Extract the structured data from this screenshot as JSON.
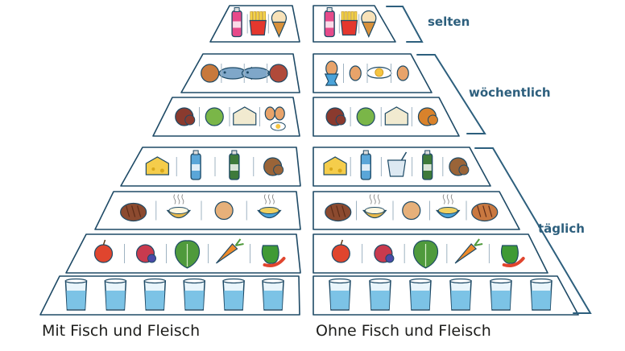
{
  "captions": {
    "left": "Mit Fisch und Fleisch",
    "right": "Ohne Fisch und Fleisch"
  },
  "frequency_labels": {
    "rarely": "selten",
    "weekly": "wöchentlich",
    "daily": "täglich"
  },
  "colors": {
    "outline": "#1e4a66",
    "accent": "#2d5f7d",
    "water": "#7cc3e6",
    "text": "#1d1d1b"
  },
  "pyramids": {
    "left": [
      {
        "tier": "sweets",
        "items": [
          "softdrink-icon",
          "fries-icon",
          "icecream-icon"
        ]
      },
      {
        "tier": "meat-fish",
        "items": [
          "chicken-leg-icon",
          "fish-icon",
          "fish-icon",
          "steak-icon"
        ]
      },
      {
        "tier": "protein",
        "items": [
          "beans-icon",
          "peas-icon",
          "tofu-icon",
          "eggs-icon"
        ]
      },
      {
        "tier": "dairy-oil",
        "items": [
          "cheese-icon",
          "milk-icon",
          "oil-bottle-icon",
          "nuts-icon"
        ]
      },
      {
        "tier": "grains",
        "items": [
          "bread-icon",
          "rice-icon",
          "potato-icon",
          "pasta-icon"
        ]
      },
      {
        "tier": "fruit-veg",
        "items": [
          "apple-icon",
          "berries-icon",
          "lettuce-icon",
          "carrot-icon",
          "pepper-icon"
        ]
      },
      {
        "tier": "water",
        "items": [
          "water-glass-icon",
          "water-glass-icon",
          "water-glass-icon",
          "water-glass-icon",
          "water-glass-icon",
          "water-glass-icon"
        ]
      }
    ],
    "right": [
      {
        "tier": "sweets",
        "items": [
          "softdrink-icon",
          "fries-icon",
          "icecream-icon"
        ]
      },
      {
        "tier": "eggs",
        "items": [
          "egg-cup-icon",
          "egg-icon",
          "fried-egg-icon",
          "egg-icon"
        ]
      },
      {
        "tier": "protein",
        "items": [
          "beans-icon",
          "peas-icon",
          "tofu-icon",
          "legumes-icon"
        ]
      },
      {
        "tier": "dairy-oil",
        "items": [
          "cheese-icon",
          "milk-icon",
          "yogurt-icon",
          "oil-bottle-icon",
          "nuts-icon"
        ]
      },
      {
        "tier": "grains",
        "items": [
          "bread-icon",
          "rice-icon",
          "potato-icon",
          "pasta-icon",
          "rolls-icon"
        ]
      },
      {
        "tier": "fruit-veg",
        "items": [
          "apple-icon",
          "berries-icon",
          "lettuce-icon",
          "carrot-icon",
          "pepper-icon"
        ]
      },
      {
        "tier": "water",
        "items": [
          "water-glass-icon",
          "water-glass-icon",
          "water-glass-icon",
          "water-glass-icon",
          "water-glass-icon",
          "water-glass-icon"
        ]
      }
    ]
  }
}
